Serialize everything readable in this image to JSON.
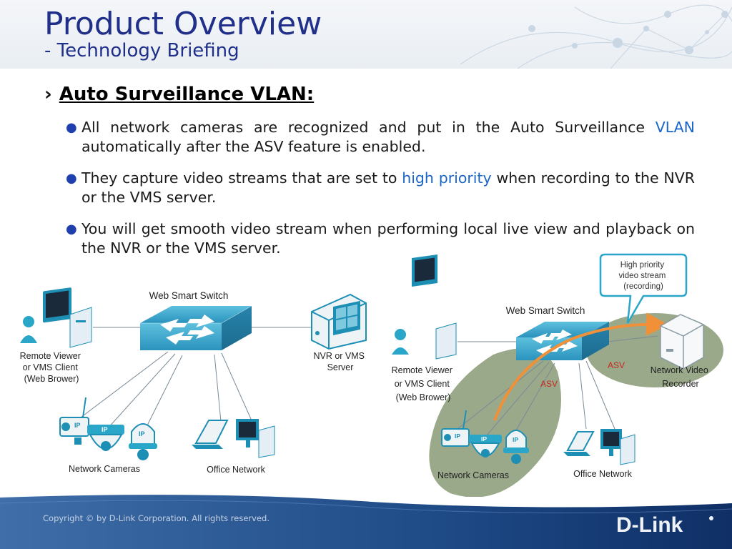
{
  "header": {
    "title": "Product Overview",
    "subtitle": "- Technology Briefing"
  },
  "section": {
    "chevron_icon": "chevron-right-icon",
    "title": "Auto Surveillance VLAN:"
  },
  "bullets": [
    {
      "before": "All network cameras are recognized and put in the Auto Surveillance ",
      "highlight": "VLAN",
      "after": " automatically after the ASV feature is enabled."
    },
    {
      "before": "They capture video streams that are set to ",
      "highlight": "high priority",
      "after": " when recording to the NVR or the VMS server."
    },
    {
      "before": "You will get smooth video stream when performing local live view and playback on the NVR or the VMS server.",
      "highlight": "",
      "after": ""
    }
  ],
  "colors": {
    "title": "#1f2f8a",
    "highlight": "#1a66c8",
    "asv_label": "#c8281e",
    "asv_zone": "#9aa98a",
    "arrow": "#f0913a",
    "device_teal": "#2aa6c9",
    "footer": "#0f2f66"
  },
  "diagram_left": {
    "switch_label": "Web Smart Switch",
    "remote_viewer": [
      "Remote Viewer",
      "or VMS Client",
      "(Web Brower)"
    ],
    "nvr": [
      "NVR or VMS",
      "Server"
    ],
    "cameras": "Network Cameras",
    "office": "Office Network",
    "camera_badge": "IP"
  },
  "diagram_right": {
    "callout": [
      "High priority",
      "video stream",
      "(recording)"
    ],
    "switch_label": "Web Smart Switch",
    "remote_viewer": [
      "Remote Viewer",
      "or VMS Client",
      "(Web Brower)"
    ],
    "nvr": [
      "Network Video",
      "Recorder"
    ],
    "cameras": "Network Cameras",
    "office": "Office Network",
    "asv_label": "ASV",
    "camera_badge": "IP"
  },
  "footer": {
    "copyright": "Copyright © by D-Link Corporation. All rights reserved.",
    "logo": "D-Link"
  }
}
